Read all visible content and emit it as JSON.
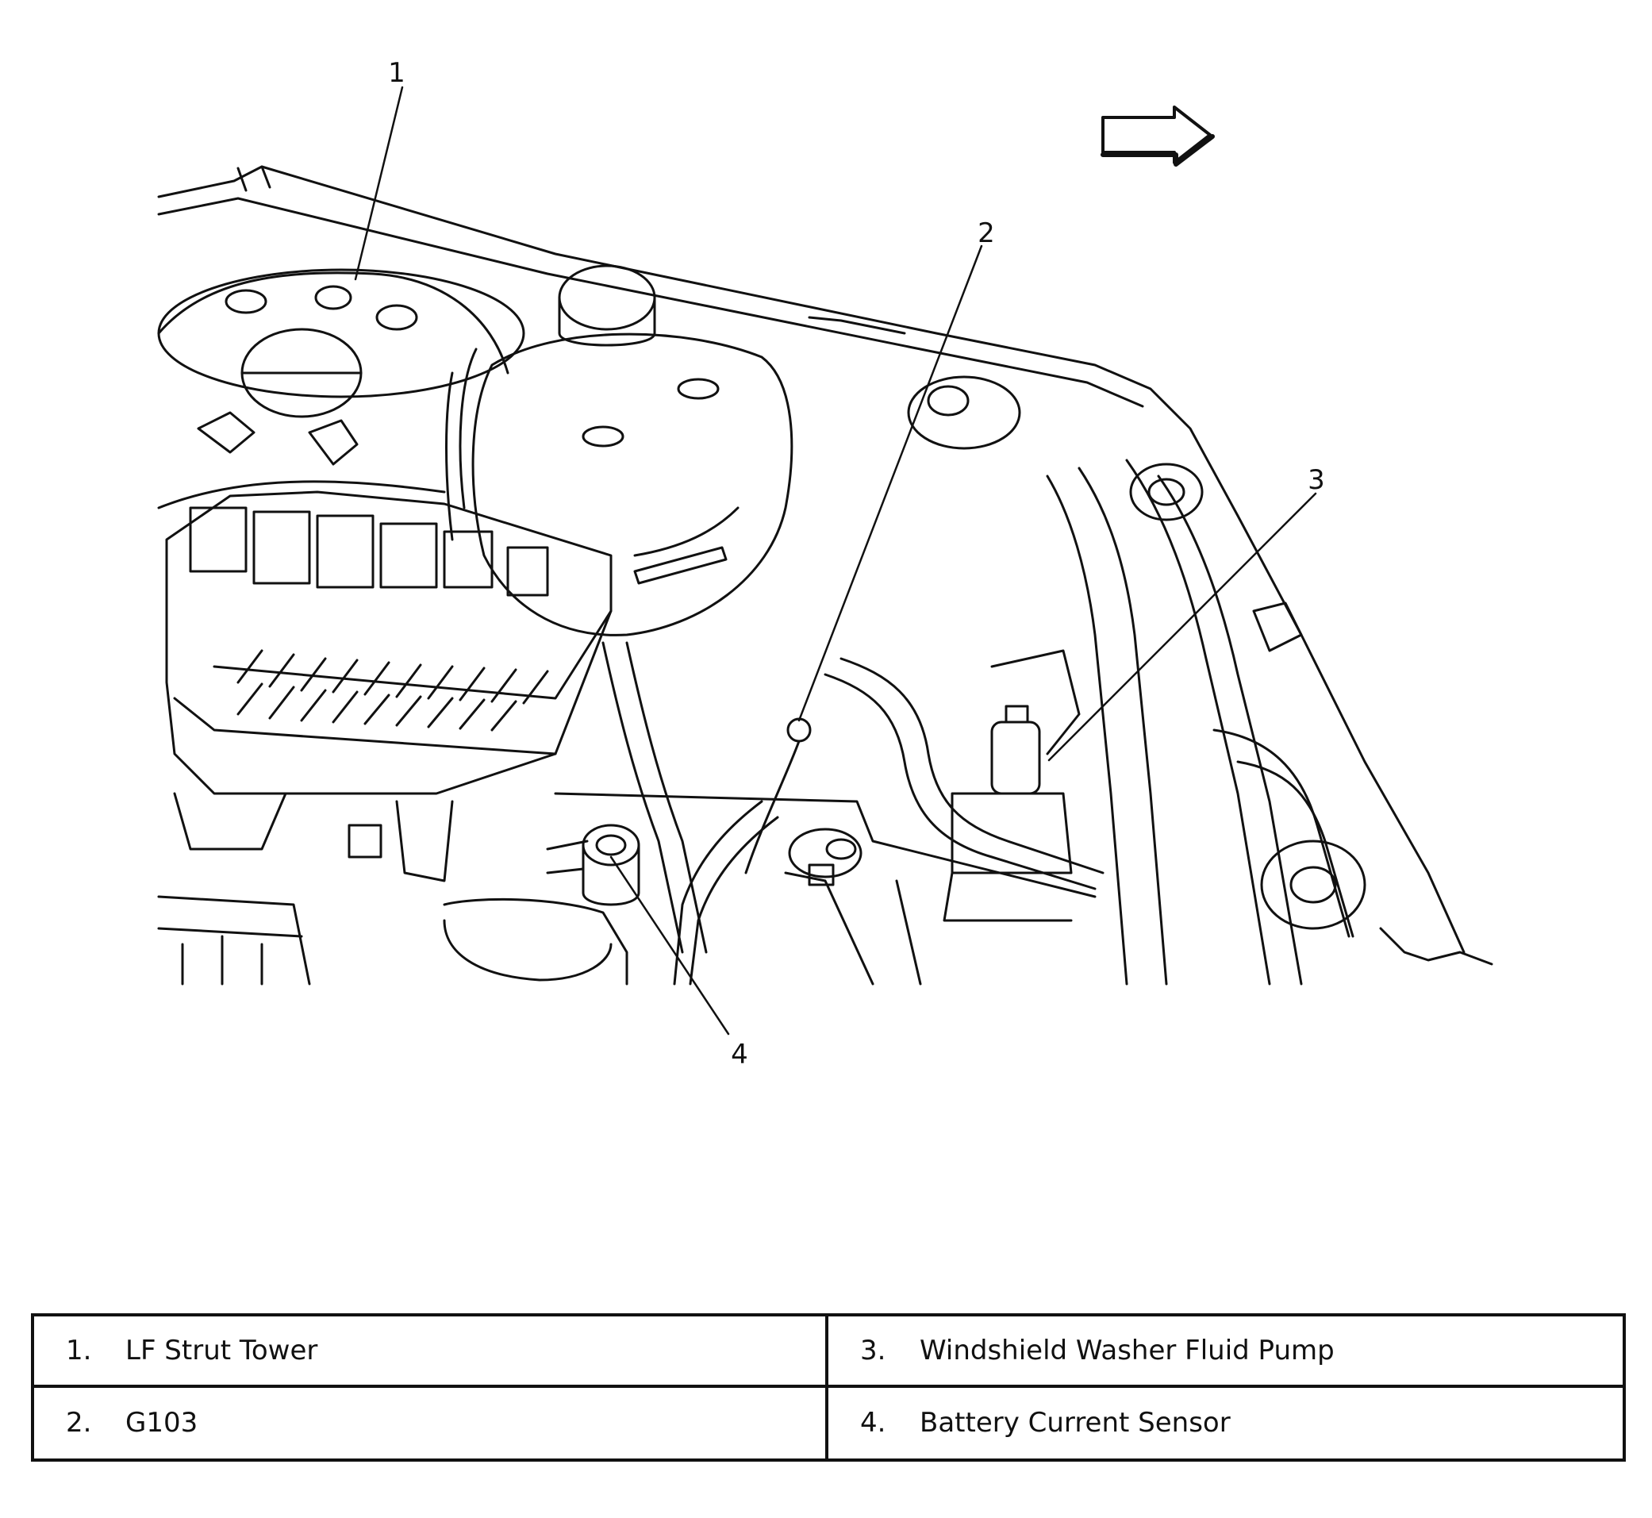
{
  "callouts": [
    {
      "num": "1",
      "label": "LF Strut Tower"
    },
    {
      "num": "2",
      "label": "G103"
    },
    {
      "num": "3",
      "label": "Windshield Washer Fluid Pump"
    },
    {
      "num": "4",
      "label": "Battery Current Sensor"
    }
  ],
  "legend": {
    "row1_left": {
      "num": "1.",
      "label": "LF Strut Tower"
    },
    "row1_right": {
      "num": "3.",
      "label": "Windshield Washer Fluid Pump"
    },
    "row2_left": {
      "num": "2.",
      "label": "G103"
    },
    "row2_right": {
      "num": "4.",
      "label": "Battery Current Sensor"
    }
  },
  "colors": {
    "line": "#111111",
    "background": "#ffffff"
  },
  "icons": {
    "direction": "arrow-right-icon"
  }
}
